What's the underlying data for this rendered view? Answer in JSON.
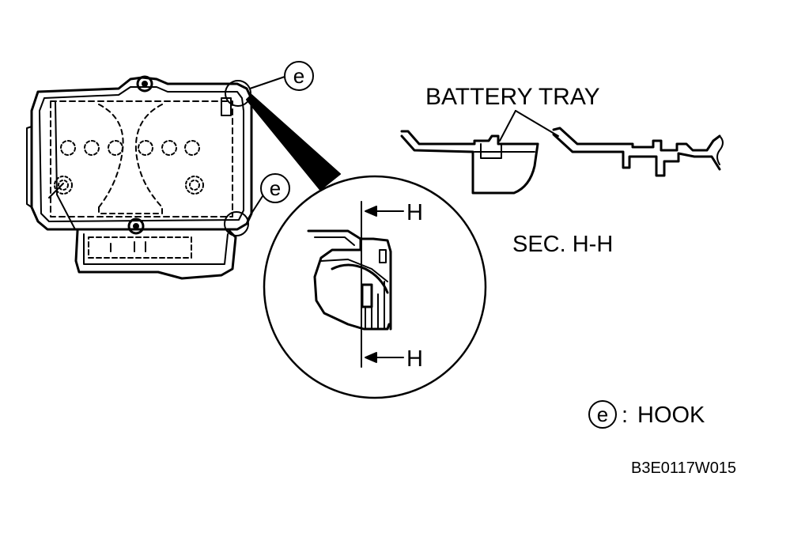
{
  "labels": {
    "callout_letter": "e",
    "battery_tray": "BATTERY TRAY",
    "section_marker": "H",
    "section_title": "SEC. H-H",
    "legend_separator": ":",
    "legend_text": "HOOK",
    "figure_code": "B3E0117W015"
  },
  "colors": {
    "line": "#000000",
    "background": "#ffffff"
  }
}
